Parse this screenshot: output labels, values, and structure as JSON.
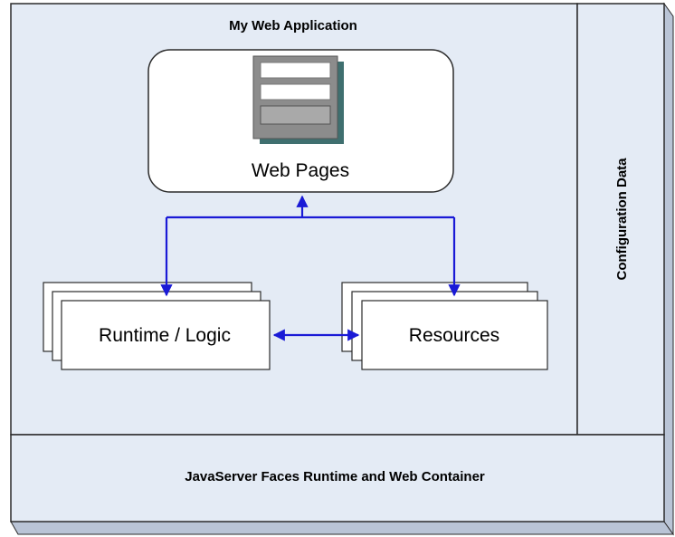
{
  "app": {
    "title": "My Web Application"
  },
  "web_pages": {
    "label": "Web Pages",
    "icon": "web-page-icon"
  },
  "runtime_logic": {
    "label": "Runtime / Logic"
  },
  "resources": {
    "label": "Resources"
  },
  "config": {
    "label": "Configuration Data"
  },
  "container": {
    "label": "JavaServer Faces Runtime and Web Container"
  },
  "colors": {
    "panel": "#e4ebf5",
    "shadow": "#b9c4d6",
    "border": "#2b2b2b",
    "arrow": "#1a1ad6",
    "icon_frame": "#7f7f7f",
    "icon_shadow": "#3f6f6f"
  }
}
